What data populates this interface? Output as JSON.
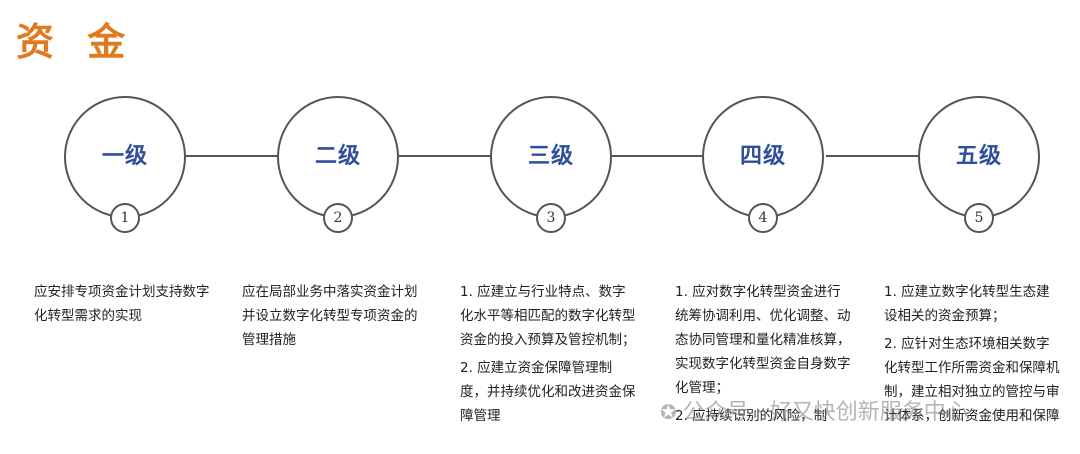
{
  "title": "资 金",
  "levels": [
    {
      "name": "一级",
      "number": "1",
      "description": [
        "应安排专项资金计划支持数字化转型需求的实现"
      ]
    },
    {
      "name": "二级",
      "number": "2",
      "description": [
        "应在局部业务中落实资金计划并设立数字化转型专项资金的管理措施"
      ]
    },
    {
      "name": "三级",
      "number": "3",
      "description": [
        "1. 应建立与行业特点、数字化水平等相匹配的数字化转型资金的投入预算及管控机制；",
        "2. 应建立资金保障管理制度，并持续优化和改进资金保障管理"
      ]
    },
    {
      "name": "四级",
      "number": "4",
      "description": [
        "1. 应对数字化转型资金进行统筹协调利用、优化调整、动态协同管理和量化精准核算，实现数字化转型资金自身数字化管理；",
        "2. 应持续识别的风险，制"
      ]
    },
    {
      "name": "五级",
      "number": "5",
      "description": [
        "1. 应建立数字化转型生态建设相关的资金预算；",
        "2. 应针对生态环境相关数字化转型工作所需资金和保障机制，建立相对独立的管控与审计体系，创新资金使用和保障"
      ]
    }
  ],
  "watermark": {
    "icon": "wechat-icon",
    "text": "公众号 · 好又快创新服务中心"
  },
  "colors": {
    "title": "#e07a1f",
    "level_label": "#2f4f9a",
    "line": "#555555"
  }
}
